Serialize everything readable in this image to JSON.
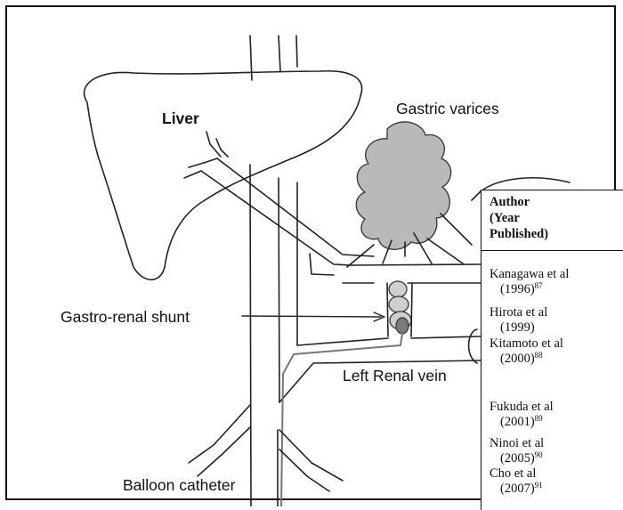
{
  "labels": {
    "liver": "Liver",
    "gastric_varices": "Gastric varices",
    "gastro_renal_shunt": "Gastro-renal shunt",
    "left_renal_vein": "Left Renal vein",
    "balloon_catheter": "Balloon catheter"
  },
  "table": {
    "header": [
      "Author",
      "(Year",
      "Published)"
    ],
    "rows": [
      {
        "author": "Kanagawa et al",
        "year": "(1996)",
        "ref": "87"
      },
      {
        "author": "Hirota et al",
        "year": "(1999)",
        "ref": ""
      },
      {
        "author": "Kitamoto et al",
        "year": "(2000)",
        "ref": "88"
      },
      {
        "author": "Fukuda et al",
        "year": "(2001)",
        "ref": "89"
      },
      {
        "author": "Ninoi et al",
        "year": "(2005)",
        "ref": "90"
      },
      {
        "author": "Cho et al",
        "year": "(2007)",
        "ref": "91"
      }
    ]
  }
}
